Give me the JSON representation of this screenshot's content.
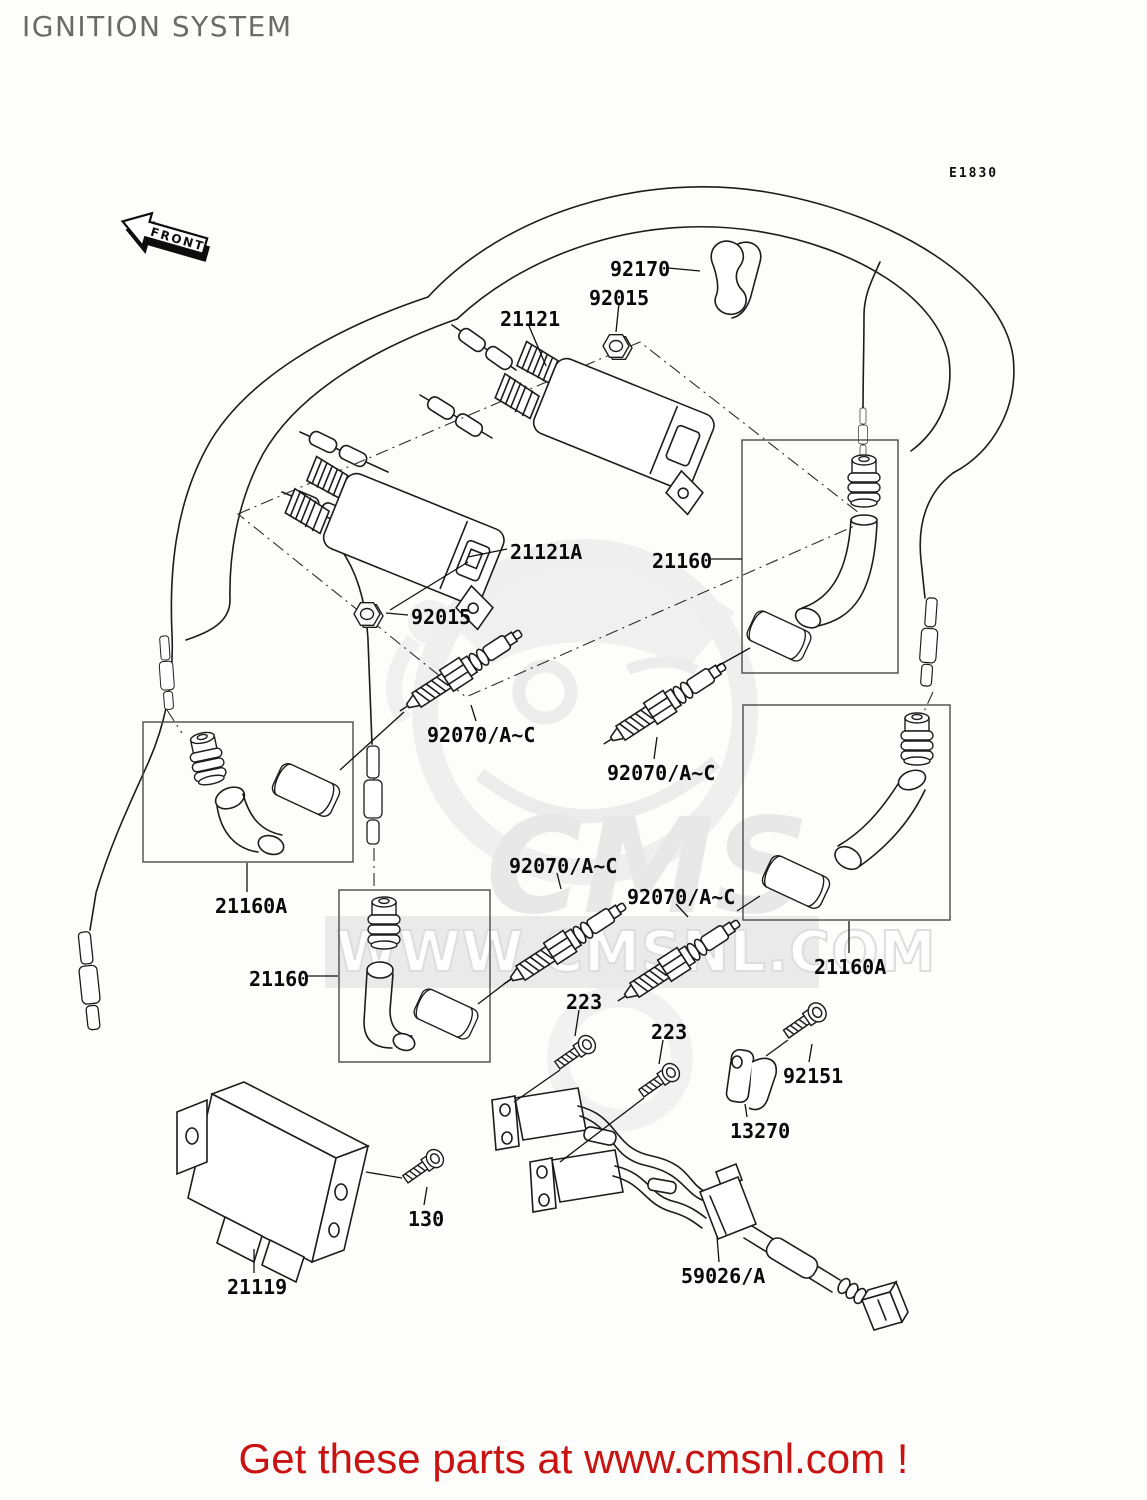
{
  "page": {
    "title": "IGNITION SYSTEM",
    "diagram_code": "E1830",
    "footer_text": "Get these parts at www.cmsnl.com !"
  },
  "front_marker": {
    "label": "FRONT"
  },
  "watermark": {
    "logo_text": "CMS",
    "url_text": "WWW.CMSNL.COM",
    "color": "#e9e9e9"
  },
  "colors": {
    "line": "#1c1c1c",
    "label": "#0a0a0a",
    "title_gray": "#6b6b6b",
    "footer_red": "#c91212",
    "watermark_gray": "#e9e9e9",
    "background": "#fdfdfb"
  },
  "callouts": [
    {
      "id": "92170",
      "label": "92170"
    },
    {
      "id": "92015-top",
      "label": "92015"
    },
    {
      "id": "21121",
      "label": "21121"
    },
    {
      "id": "21121A",
      "label": "21121A"
    },
    {
      "id": "21160-right",
      "label": "21160"
    },
    {
      "id": "92015-mid",
      "label": "92015"
    },
    {
      "id": "92070-1",
      "label": "92070/A~C"
    },
    {
      "id": "92070-2",
      "label": "92070/A~C"
    },
    {
      "id": "21160A-left",
      "label": "21160A"
    },
    {
      "id": "92070-3",
      "label": "92070/A~C"
    },
    {
      "id": "92070-4",
      "label": "92070/A~C"
    },
    {
      "id": "21160-lower",
      "label": "21160"
    },
    {
      "id": "21160A-right",
      "label": "21160A"
    },
    {
      "id": "223-1",
      "label": "223"
    },
    {
      "id": "223-2",
      "label": "223"
    },
    {
      "id": "92151",
      "label": "92151"
    },
    {
      "id": "13270",
      "label": "13270"
    },
    {
      "id": "130",
      "label": "130"
    },
    {
      "id": "21119",
      "label": "21119"
    },
    {
      "id": "59026A",
      "label": "59026/A"
    }
  ]
}
